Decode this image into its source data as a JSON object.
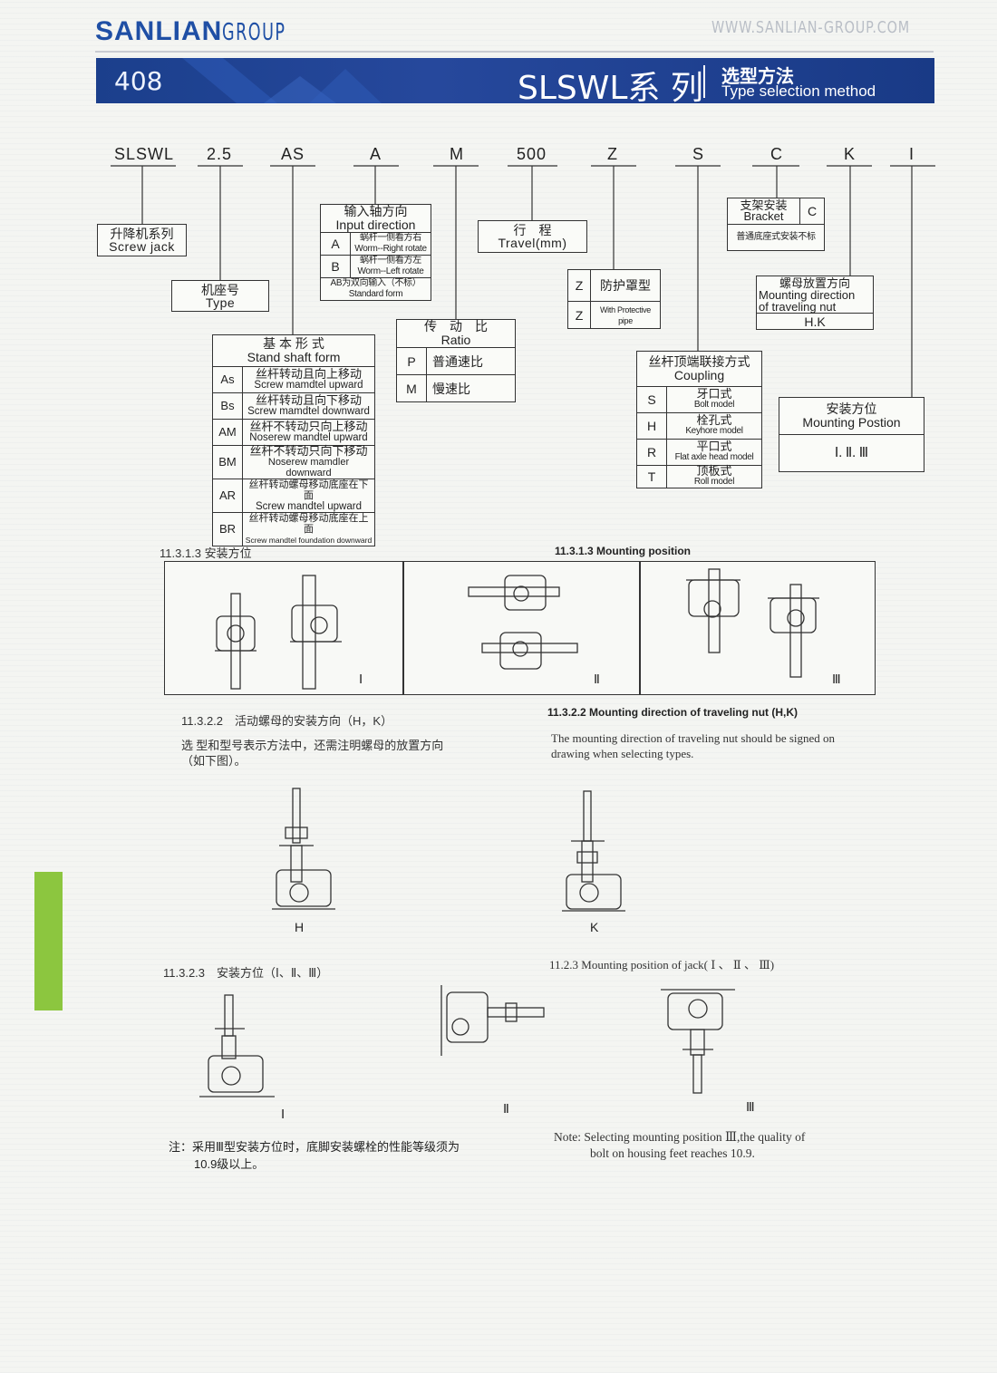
{
  "header": {
    "brand": "SANLIAN",
    "brand_group": "GROUP",
    "website": "WWW.SANLIAN-GROUP.COM",
    "page_number": "408",
    "series": "SLSWL系 列",
    "title_cn": "选型方法",
    "title_en": "Type selection method"
  },
  "code": [
    "SLSWL",
    "2.5",
    "AS",
    "A",
    "M",
    "500",
    "Z",
    "S",
    "C",
    "K",
    "I"
  ],
  "boxes": {
    "screw_jack": {
      "cn": "升降机系列",
      "en": "Screw jack"
    },
    "type": {
      "cn": "机座号",
      "en": "Type"
    },
    "input": {
      "cn": "输入轴方向",
      "en": "Input direction",
      "rows": [
        {
          "k": "A",
          "cn": "蜗杆一侧看方右",
          "en": "Worm--Right rotate"
        },
        {
          "k": "B",
          "cn": "蜗杆一侧看方左",
          "en": "Worm--Left rotate"
        }
      ],
      "note_cn": "AB为双向输入（不标）",
      "note_en": "Standard form"
    },
    "travel": {
      "cn": "行　程",
      "en": "Travel(mm)"
    },
    "ratio": {
      "cn": "传　动　比",
      "en": "Ratio",
      "rows": [
        {
          "k": "P",
          "v": "普通速比"
        },
        {
          "k": "M",
          "v": "慢速比"
        }
      ]
    },
    "protect": {
      "rows": [
        {
          "k": "Z",
          "v": "防护罩型"
        },
        {
          "k": "Z",
          "v": "With Protective pipe"
        }
      ]
    },
    "bracket": {
      "cn": "支架安装",
      "en": "Bracket",
      "k": "C",
      "note": "普通底座式安装不标"
    },
    "nut_dir": {
      "cn": "螺母放置方向",
      "en1": "Mounting direction",
      "en2": "of traveling nut",
      "k": "H.K"
    },
    "coupling": {
      "cn": "丝杆顶端联接方式",
      "en": "Coupling",
      "rows": [
        {
          "k": "S",
          "cn": "牙口式",
          "en": "Bolt model"
        },
        {
          "k": "H",
          "cn": "栓孔式",
          "en": "Keyhore model"
        },
        {
          "k": "R",
          "cn": "平口式",
          "en": "Flat axle head model"
        },
        {
          "k": "T",
          "cn": "顶板式",
          "en": "Roll model"
        }
      ]
    },
    "mount_pos": {
      "cn": "安装方位",
      "en": "Mounting Postion",
      "v": "Ⅰ. Ⅱ. Ⅲ"
    },
    "stand": {
      "cn": "基 本 形 式",
      "en": "Stand shaft form",
      "rows": [
        {
          "k": "As",
          "cn": "丝杆转动且向上移动",
          "en": "Screw mamdtel upward"
        },
        {
          "k": "Bs",
          "cn": "丝杆转动且向下移动",
          "en": "Screw mamdtel downward"
        },
        {
          "k": "AM",
          "cn": "丝杆不转动只向上移动",
          "en": "Noserew mandtel upward"
        },
        {
          "k": "BM",
          "cn": "丝杆不转动只向下移动",
          "en": "Noserew mamdler downward"
        },
        {
          "k": "AR",
          "cn": "丝杆转动螺母移动底座在下面",
          "en": "Screw mandtel upward"
        },
        {
          "k": "BR",
          "cn": "丝杆转动螺母移动底座在上面",
          "en": "Screw mandtel foundation downward"
        }
      ]
    }
  },
  "sections": {
    "s1_cn": "11.3.1.3 安装方位",
    "s1_en": "11.3.1.3 Mounting position",
    "pos_labels": [
      "Ⅰ",
      "Ⅱ",
      "Ⅲ"
    ],
    "s2_cn": "11.3.2.2　活动螺母的安装方向（H，K）",
    "s2_en": "11.3.2.2 Mounting direction of traveling nut (H,K)",
    "s2_text_cn1": "选 型和型号表示方法中，还需注明螺母的放置方向",
    "s2_text_cn2": "（如下图）。",
    "s2_text_en1": "The mounting direction of traveling nut should be signed on",
    "s2_text_en2": "drawing when selecting types.",
    "hk_labels": [
      "H",
      "K"
    ],
    "s3_cn": "11.3.2.3　安装方位（Ⅰ、Ⅱ、Ⅲ）",
    "s3_en": "11.2.3  Mounting position of jack( Ⅰ 、 Ⅱ 、 Ⅲ)",
    "note_cn1": "注：采用Ⅲ型安装方位时，底脚安装螺栓的性能等级须为",
    "note_cn2": "10.9级以上。",
    "note_en1": "Note: Selecting mounting position Ⅲ,the quality of",
    "note_en2": "bolt on housing feet reaches 10.9."
  }
}
